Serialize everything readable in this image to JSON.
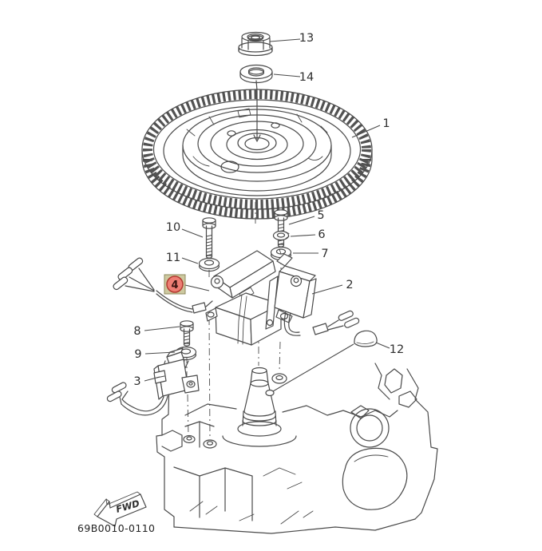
{
  "diagram": {
    "part_code": "69B0010-0110",
    "fwd_label": "FWD",
    "callouts": {
      "c1": "1",
      "c2": "2",
      "c3": "3",
      "c4": "4",
      "c5": "5",
      "c6": "6",
      "c7": "7",
      "c8": "8",
      "c9": "9",
      "c10": "10",
      "c11": "11",
      "c12": "12",
      "c13": "13",
      "c14": "14"
    },
    "highlight": {
      "selected_callout": "4",
      "box_fill": "#cdc9a0",
      "box_border": "#8e8a5e",
      "circle_fill": "#ee7e74",
      "circle_border": "#b23a30",
      "number_color": "#3a1410"
    },
    "line_color": "#4a4a4a",
    "label_color": "#2e2e2e"
  }
}
